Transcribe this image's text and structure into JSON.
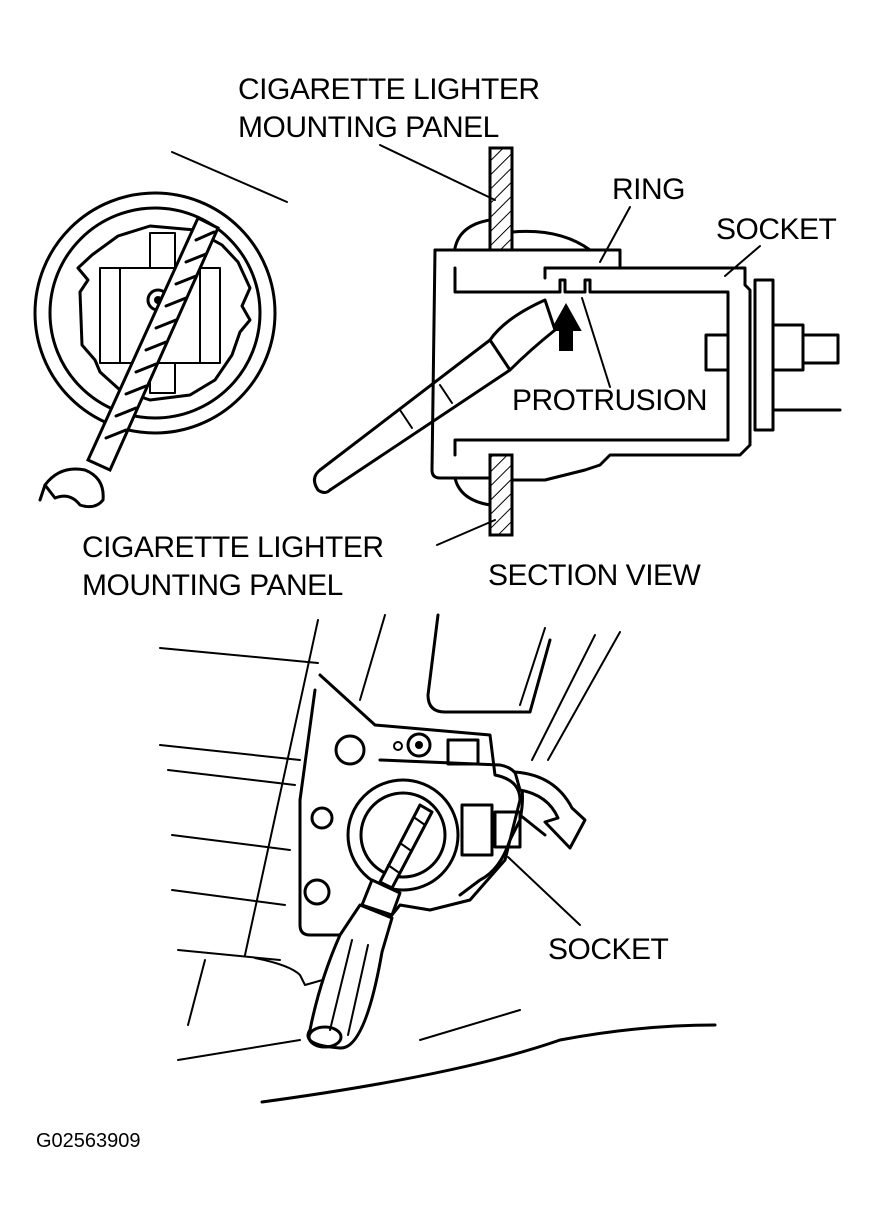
{
  "labels": {
    "panel_top": [
      "CIGARETTE LIGHTER",
      "MOUNTING PANEL"
    ],
    "ring": "RING",
    "socket_top": "SOCKET",
    "protrusion": "PROTRUSION",
    "panel_bottom": [
      "CIGARETTE LIGHTER",
      "MOUNTING PANEL"
    ],
    "section_view": "SECTION VIEW",
    "socket_bottom": "SOCKET",
    "figure_code": "G02563909"
  }
}
